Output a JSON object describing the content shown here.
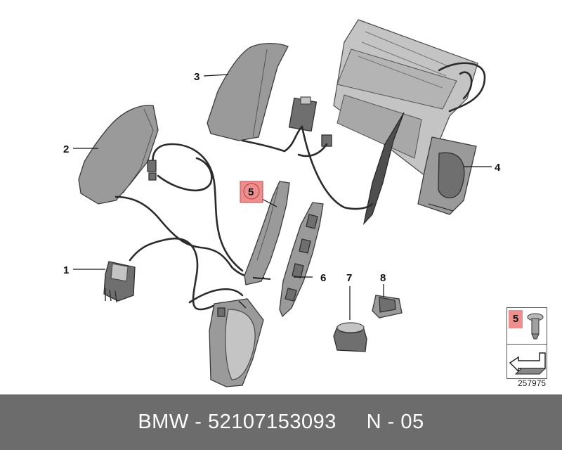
{
  "callouts": {
    "c1": "1",
    "c2": "2",
    "c3": "3",
    "c4": "4",
    "c5": "5",
    "c6": "6",
    "c7": "7",
    "c8": "8"
  },
  "legend": {
    "badge": "5",
    "highlight_color": "#ee8f8f"
  },
  "reference_number": "257975",
  "footer": {
    "text": "BMW - 52107153093     N - 05",
    "background": "#6c6c6c"
  }
}
